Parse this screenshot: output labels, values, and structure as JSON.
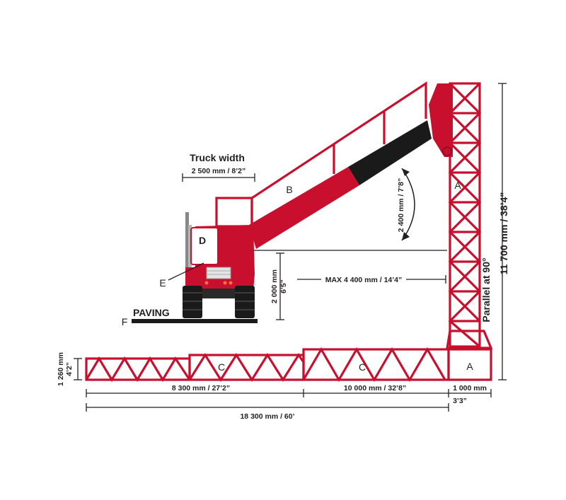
{
  "diagram": {
    "colors": {
      "machine_red": "#c8102e",
      "machine_dark": "#1a1a1a",
      "dimension_line": "#231f20"
    },
    "truck_width": {
      "title": "Truck width",
      "value": "2 500 mm / 8’2”"
    },
    "boom_swing": "2 400 mm / 7’8”",
    "height_under": {
      "mm": "2 000 mm",
      "ft": "6’5”"
    },
    "max_reach": "MAX 4 400 mm / 14’4”",
    "parallel_label": "Parallel at 90°",
    "total_height": "11 700 mm / 38’4”",
    "platform_height": {
      "mm": "1 260 mm",
      "ft": "4’2”"
    },
    "lengths": {
      "section_1": "8 300 mm / 27’2”",
      "section_2": "10 000 mm / 32’8”",
      "section_3_mm": "1 000 mm",
      "section_3_ft": "3’3”",
      "total": "18 300 mm / 60’"
    },
    "paving_label": "PAVING",
    "parts": {
      "a": "A",
      "b": "B",
      "c": "C",
      "d": "D",
      "e": "E",
      "f": "F"
    }
  }
}
